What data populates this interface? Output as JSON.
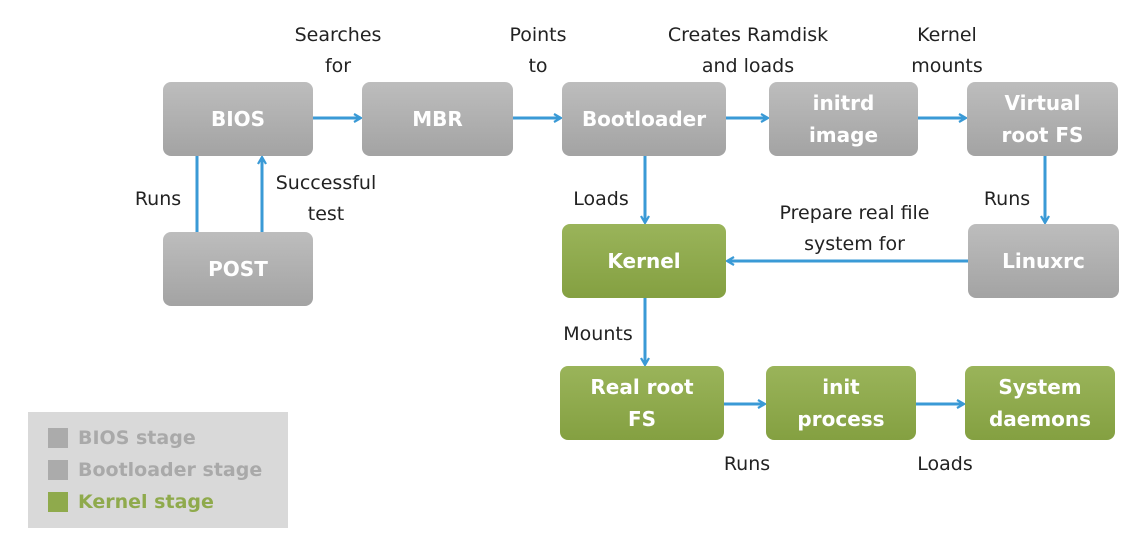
{
  "colors": {
    "gray_stage": "#b0b0b0",
    "kernel_stage": "#8faa4c",
    "arrow": "#3a9ad6",
    "legend_gray_text": "#a9a9a9",
    "legend_green_text": "#8faa4c"
  },
  "nodes": {
    "bios": "BIOS",
    "mbr": "MBR",
    "bootloader": "Bootloader",
    "initrd": "initrd\nimage",
    "virtual_root": "Virtual\nroot FS",
    "post": "POST",
    "kernel": "Kernel",
    "linuxrc": "Linuxrc",
    "real_root": "Real root\nFS",
    "init": "init\nprocess",
    "daemons": "System\ndaemons"
  },
  "edge_labels": {
    "searches_for": "Searches\nfor",
    "points_to": "Points\nto",
    "creates_ramdisk": "Creates Ramdisk\nand loads",
    "kernel_mounts": "Kernel\nmounts",
    "runs_post": "Runs",
    "successful_test": "Successful\ntest",
    "loads_kernel": "Loads",
    "runs_linuxrc": "Runs",
    "prepare_real_fs": "Prepare real file\nsystem for",
    "mounts": "Mounts",
    "runs_init": "Runs",
    "loads_daemons": "Loads"
  },
  "legend": {
    "bios_stage": "BIOS stage",
    "bootloader_stage": "Bootloader stage",
    "kernel_stage": "Kernel stage"
  }
}
